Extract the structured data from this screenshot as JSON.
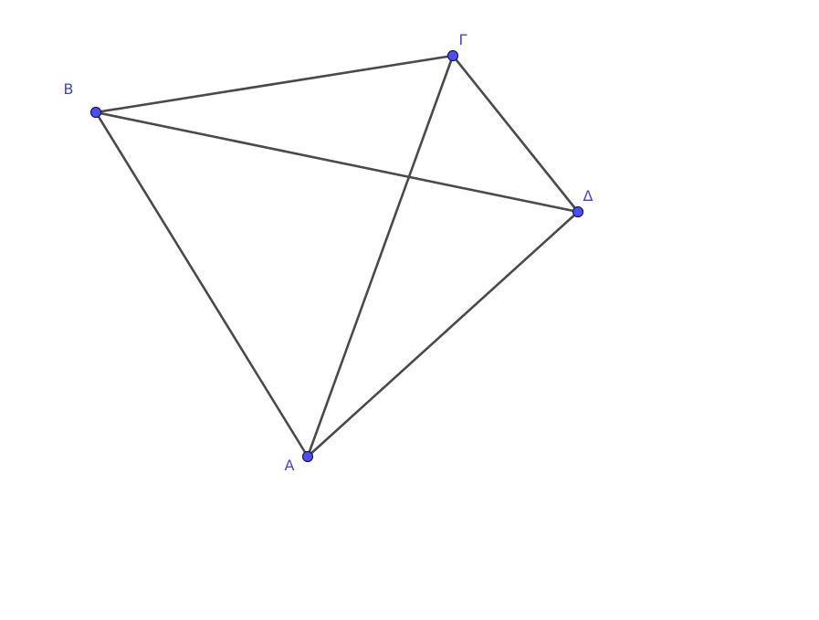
{
  "colors": {
    "edge": "#4a4a4a",
    "point_fill": "#4d4dff",
    "point_stroke": "#1a1a5a",
    "label": "#4040e0"
  },
  "points": [
    {
      "id": "A",
      "label": "Α"
    },
    {
      "id": "B",
      "label": "Β"
    },
    {
      "id": "G",
      "label": "Γ"
    },
    {
      "id": "D",
      "label": "Δ"
    }
  ],
  "segments": [
    {
      "from": "B",
      "to": "G"
    },
    {
      "from": "B",
      "to": "D"
    },
    {
      "from": "B",
      "to": "A"
    },
    {
      "from": "G",
      "to": "D"
    },
    {
      "from": "G",
      "to": "A"
    },
    {
      "from": "D",
      "to": "A"
    }
  ]
}
